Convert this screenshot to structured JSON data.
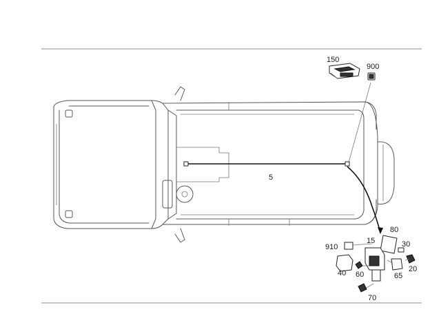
{
  "diagram": {
    "callouts": {
      "c150": "150",
      "c900": "900",
      "c5": "5",
      "c80": "80",
      "c15": "15",
      "c30": "30",
      "c910": "910",
      "c20": "20",
      "c40": "40",
      "c60": "60",
      "c65": "65",
      "c70": "70"
    }
  }
}
